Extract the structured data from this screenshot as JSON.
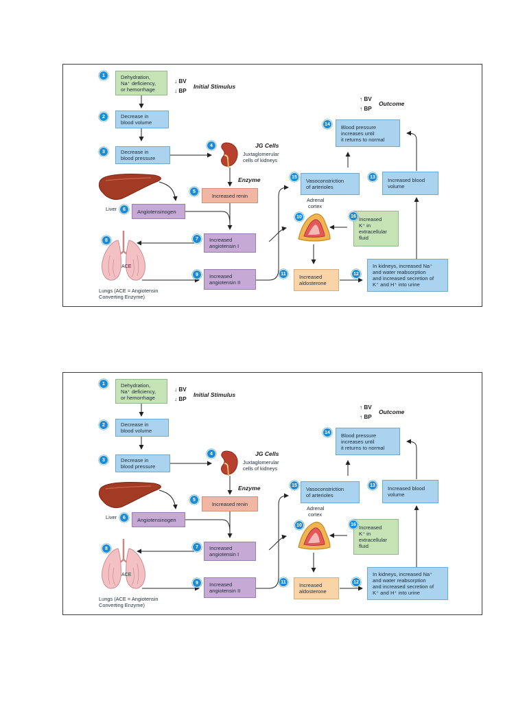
{
  "diagram": {
    "initial_stimulus": {
      "bv": "↓ BV",
      "bp": "↓ BP",
      "label": "Initial Stimulus"
    },
    "outcome": {
      "bv": "↑ BV",
      "bp": "↑ BP",
      "label": "Outcome"
    },
    "jg": {
      "title": "JG Cells",
      "line1": "Juxtaglomerular",
      "line2": "cells of kidneys"
    },
    "enzyme_label": "Enzyme",
    "liver_label": "Liver",
    "lungs_label": {
      "line1": "Lungs (ACE = Angiotensin",
      "line2": "Converting Enzyme)"
    },
    "ace_label": "ACE",
    "adrenal_label": {
      "line1": "Adrenal",
      "line2": "cortex"
    },
    "steps": [
      {
        "n": "1",
        "lines": [
          "Dehydration,",
          "Na⁺ deficiency,",
          "or hemorrhage"
        ]
      },
      {
        "n": "2",
        "lines": [
          "Decrease in",
          "blood volume"
        ]
      },
      {
        "n": "3",
        "lines": [
          "Decrease in",
          "blood pressure"
        ]
      },
      {
        "n": "4"
      },
      {
        "n": "5",
        "lines": [
          "Increased renin"
        ]
      },
      {
        "n": "6",
        "lines": [
          "Angiotensinogen"
        ]
      },
      {
        "n": "7",
        "lines": [
          "Increased",
          "angiotensin I"
        ]
      },
      {
        "n": "8"
      },
      {
        "n": "9",
        "lines": [
          "Increased",
          "angiotensin II"
        ]
      },
      {
        "n": "10"
      },
      {
        "n": "11",
        "lines": [
          "Increased",
          "aldosterone"
        ]
      },
      {
        "n": "12",
        "lines": [
          "In kidneys, increased Na⁺",
          "and water reabsorption",
          "and increased secretion of",
          "K⁺ and H⁺ into urine"
        ]
      },
      {
        "n": "13",
        "lines": [
          "Increased blood",
          "volume"
        ]
      },
      {
        "n": "14",
        "lines": [
          "Blood pressure",
          "increases until",
          "it returns to normal"
        ]
      },
      {
        "n": "15",
        "lines": [
          "Vasoconstriction",
          "of arterioles"
        ]
      },
      {
        "n": "16",
        "lines": [
          "Increased",
          "K⁺ in",
          "extracellular",
          "fluid"
        ]
      }
    ]
  }
}
